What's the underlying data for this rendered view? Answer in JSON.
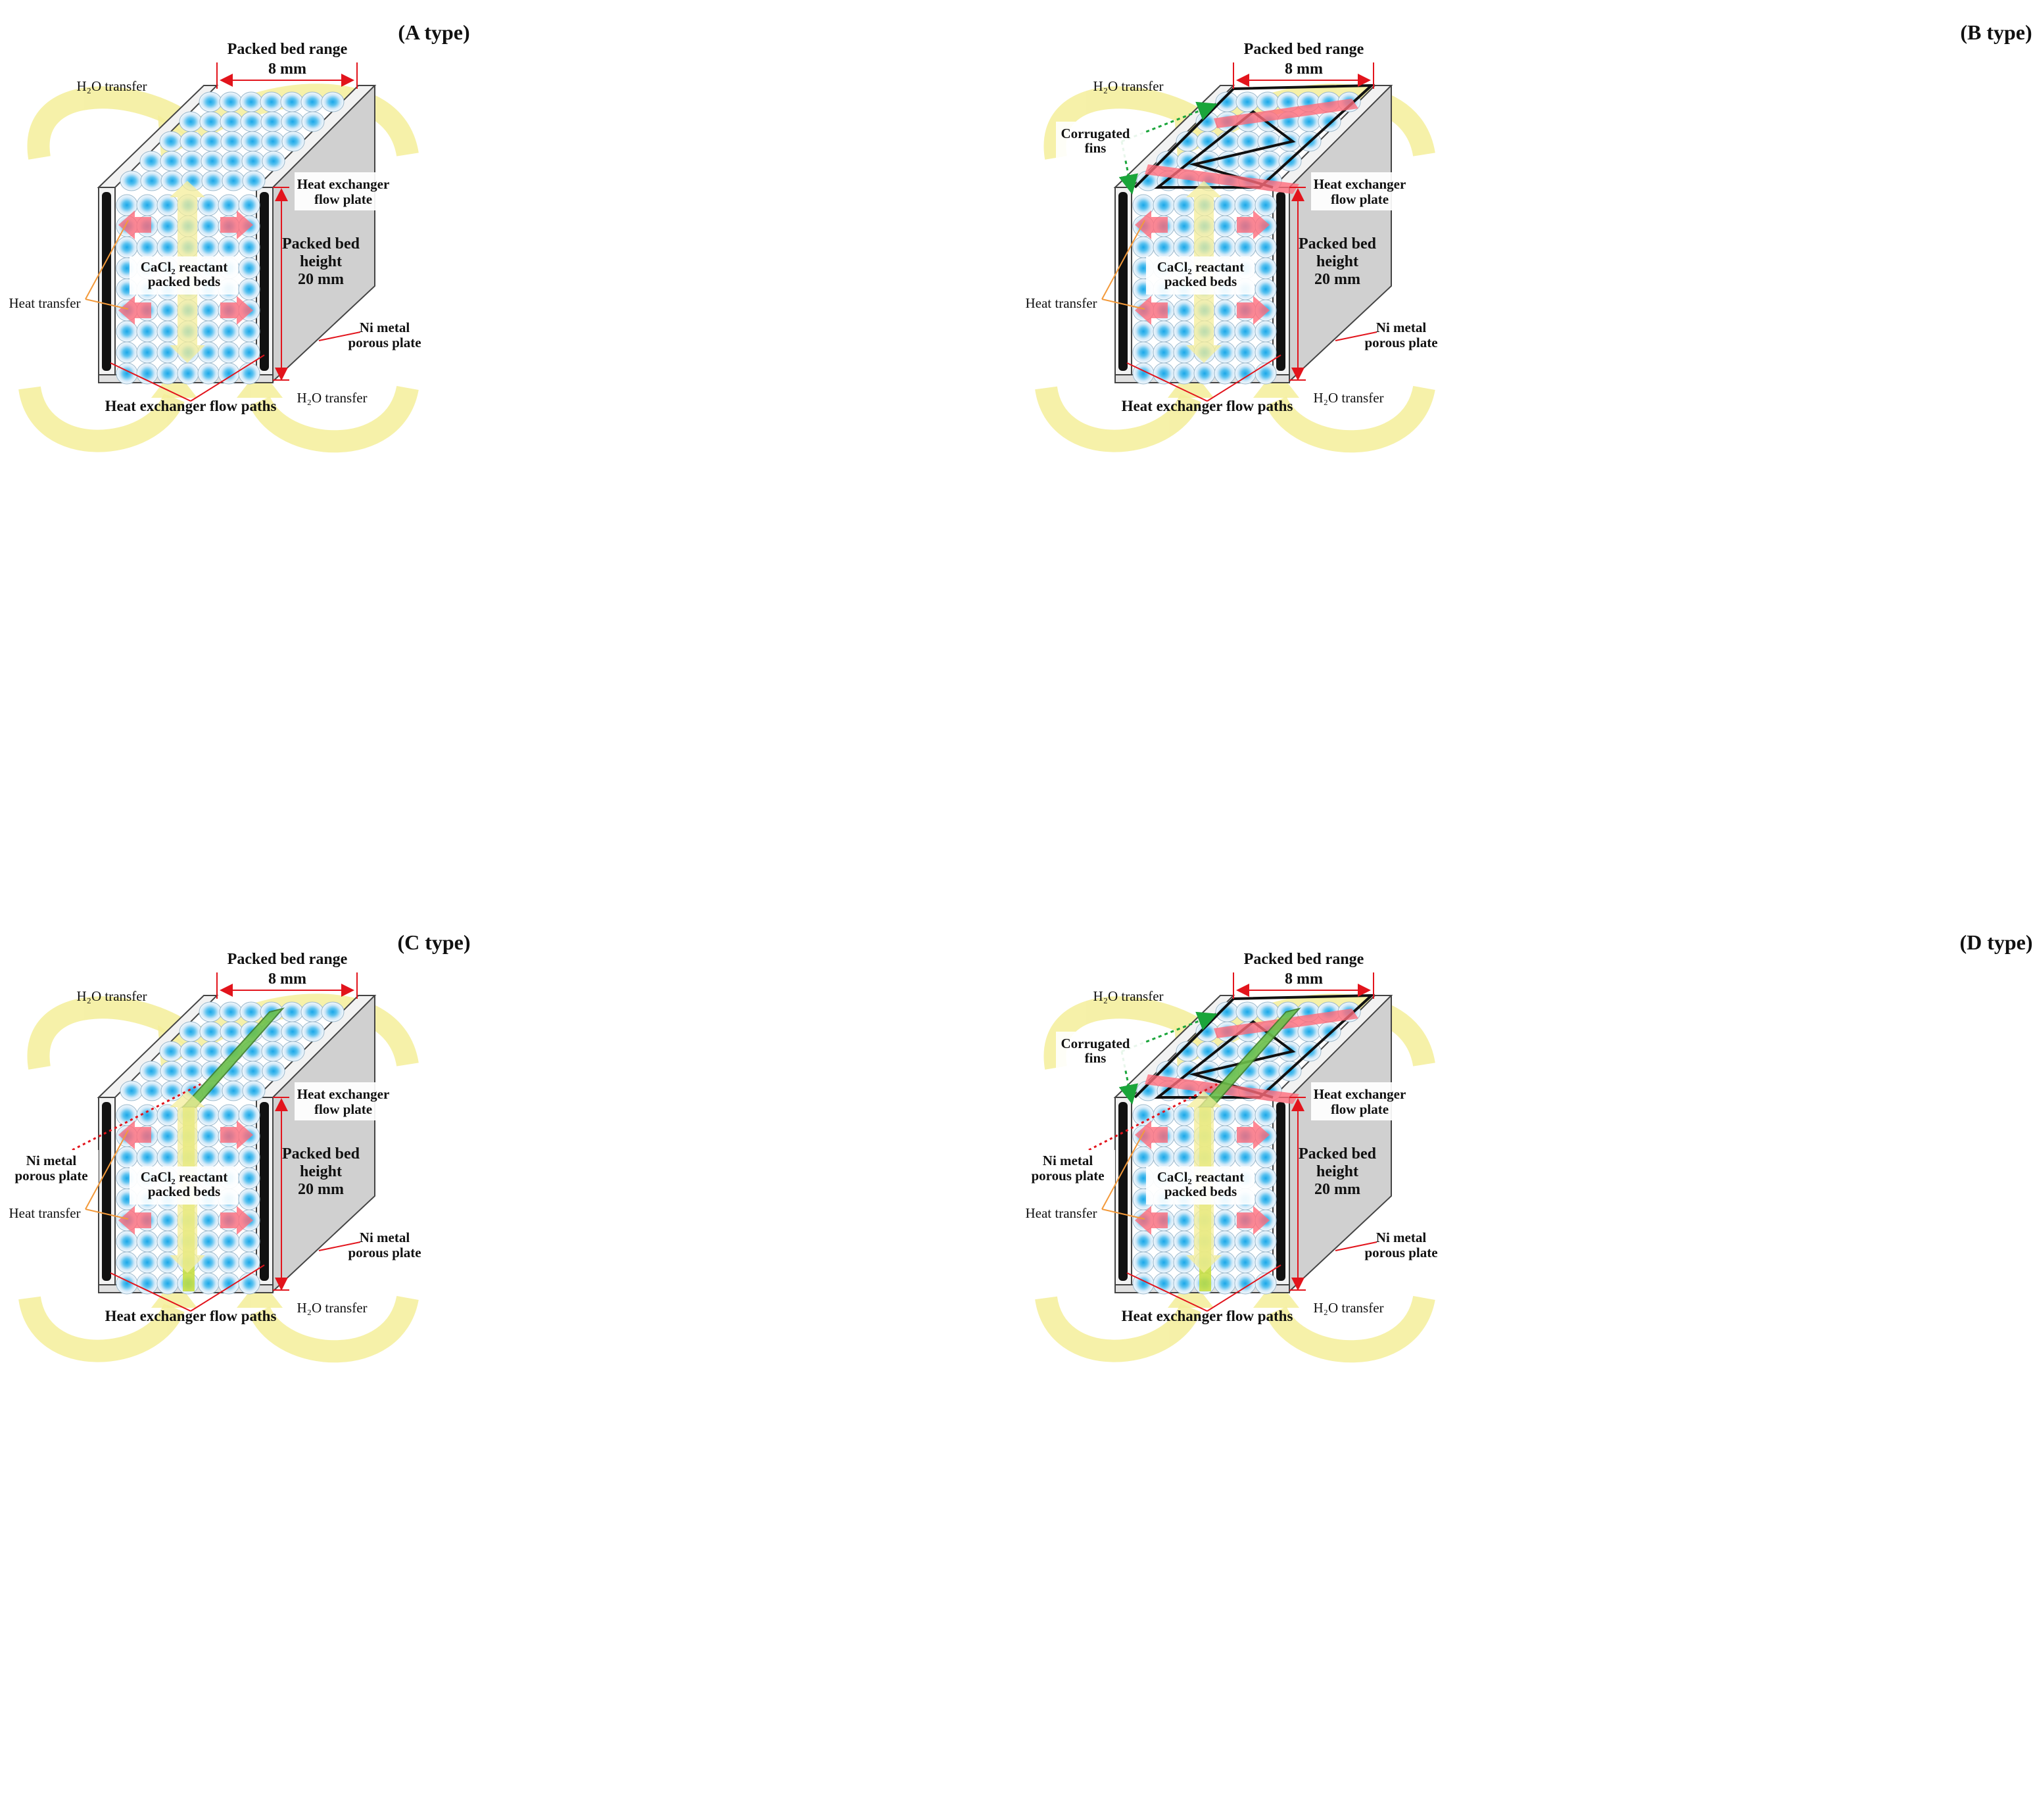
{
  "figure": {
    "panels": [
      {
        "type_label": "(A type)",
        "range_title": "Packed bed range",
        "range_value": "8 mm",
        "h2o_top": "H₂O transfer",
        "h2o_bottom": "H₂O transfer",
        "hx_plate": [
          "Heat exchanger",
          "flow plate"
        ],
        "bed_height": [
          "Packed bed",
          "height",
          "20 mm"
        ],
        "reactant": [
          "CaCl₂ reactant",
          "packed beds"
        ],
        "heat_transfer": "Heat transfer",
        "ni_right": [
          "Ni metal",
          "porous plate"
        ],
        "flow_paths": "Heat exchanger flow paths",
        "fins": null,
        "ni_left": null,
        "has_fins": false,
        "has_center_plate": false
      },
      {
        "type_label": "(B type)",
        "range_title": "Packed bed range",
        "range_value": "8 mm",
        "h2o_top": "H₂O transfer",
        "h2o_bottom": "H₂O transfer",
        "hx_plate": [
          "Heat exchanger",
          "flow plate"
        ],
        "bed_height": [
          "Packed bed",
          "height",
          "20 mm"
        ],
        "reactant": [
          "CaCl₂ reactant",
          "packed beds"
        ],
        "heat_transfer": "Heat transfer",
        "ni_right": [
          "Ni metal",
          "porous plate"
        ],
        "flow_paths": "Heat exchanger flow paths",
        "fins": [
          "Corrugated",
          "fins"
        ],
        "ni_left": null,
        "has_fins": true,
        "has_center_plate": false
      },
      {
        "type_label": "(C type)",
        "range_title": "Packed bed range",
        "range_value": "8 mm",
        "h2o_top": "H₂O transfer",
        "h2o_bottom": "H₂O transfer",
        "hx_plate": [
          "Heat exchanger",
          "flow plate"
        ],
        "bed_height": [
          "Packed bed",
          "height",
          "20 mm"
        ],
        "reactant": [
          "CaCl₂ reactant",
          "packed beds"
        ],
        "heat_transfer": "Heat transfer",
        "ni_right": [
          "Ni metal",
          "porous plate"
        ],
        "flow_paths": "Heat exchanger flow paths",
        "fins": null,
        "ni_left": [
          "Ni metal",
          "porous plate"
        ],
        "has_fins": false,
        "has_center_plate": true
      },
      {
        "type_label": "(D type)",
        "range_title": "Packed bed range",
        "range_value": "8 mm",
        "h2o_top": "H₂O transfer",
        "h2o_bottom": "H₂O transfer",
        "hx_plate": [
          "Heat exchanger",
          "flow plate"
        ],
        "bed_height": [
          "Packed bed",
          "height",
          "20 mm"
        ],
        "reactant": [
          "CaCl₂ reactant",
          "packed beds"
        ],
        "heat_transfer": "Heat transfer",
        "ni_right": [
          "Ni metal",
          "porous plate"
        ],
        "flow_paths": "Heat exchanger flow paths",
        "fins": [
          "Corrugated",
          "fins"
        ],
        "ni_left": [
          "Ni metal",
          "porous plate"
        ],
        "has_fins": true,
        "has_center_plate": true
      }
    ]
  },
  "colors": {
    "wall_side": "#d0d0d0",
    "wall_top": "#f2f2f2",
    "black_path": "#111111",
    "bead_outer": "#e8f2fb",
    "bead_inner": "#1aa7e8",
    "yellow_arrow": "#f4ee9a",
    "red_arrow": "#ff6b7a",
    "dimension_red": "#e2141c",
    "leader_orange": "#f39a3b",
    "fin_green_dots": "#1aa53a",
    "center_plate_green": "#6cc04a"
  }
}
